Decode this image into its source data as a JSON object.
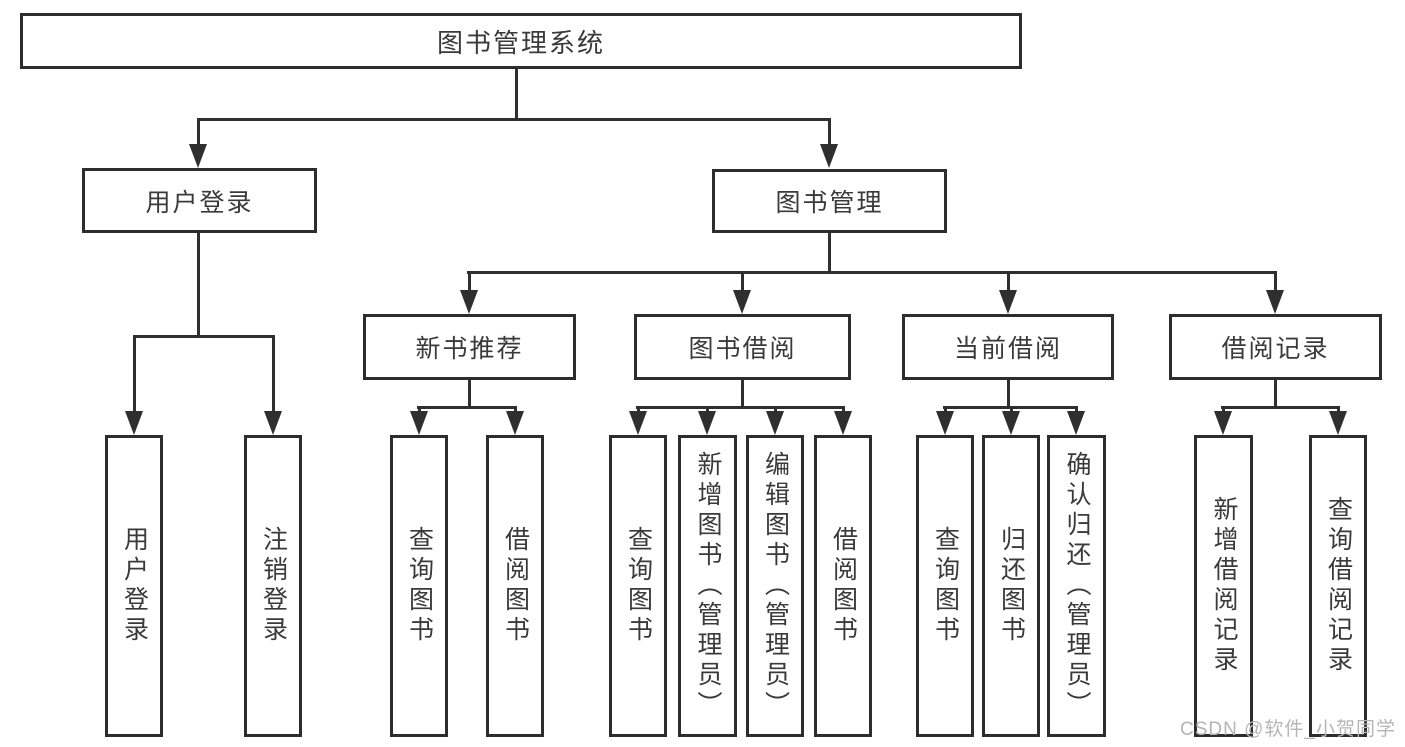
{
  "tree": {
    "root": {
      "label": "图书管理系统",
      "children": [
        {
          "label": "用户登录",
          "children": [
            {
              "label": "用户登录"
            },
            {
              "label": "注销登录"
            }
          ]
        },
        {
          "label": "图书管理",
          "children": [
            {
              "label": "新书推荐",
              "children": [
                {
                  "label": "查询图书"
                },
                {
                  "label": "借阅图书"
                }
              ]
            },
            {
              "label": "图书借阅",
              "children": [
                {
                  "label": "查询图书"
                },
                {
                  "label": "新增图书（管理员）"
                },
                {
                  "label": "编辑图书（管理员）"
                },
                {
                  "label": "借阅图书"
                }
              ]
            },
            {
              "label": "当前借阅",
              "children": [
                {
                  "label": "查询图书"
                },
                {
                  "label": "归还图书"
                },
                {
                  "label": "确认归还（管理员）"
                }
              ]
            },
            {
              "label": "借阅记录",
              "children": [
                {
                  "label": "新增借阅记录"
                },
                {
                  "label": "查询借阅记录"
                }
              ]
            }
          ]
        }
      ]
    }
  },
  "watermark": {
    "text": "CSDN @软件_小贺同学"
  },
  "colors": {
    "line": "#2f2f2f",
    "border": "#2d2d2d",
    "text": "#3a3a3a",
    "background": "#ffffff",
    "watermark": "#b5b5b5"
  }
}
